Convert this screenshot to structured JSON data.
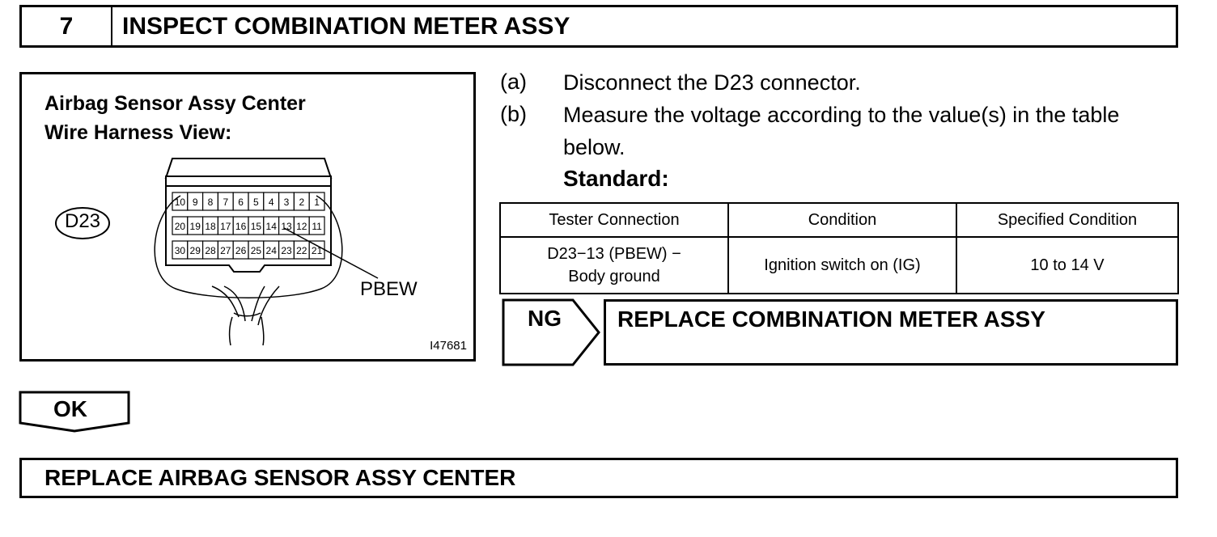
{
  "header": {
    "step_number": "7",
    "title": "INSPECT COMBINATION METER ASSY"
  },
  "figure": {
    "title_line1": "Airbag Sensor Assy Center",
    "title_line2": "Wire Harness View:",
    "connector_label": "D23",
    "pin_label": "PBEW",
    "figure_id": "I47681",
    "pins_row1": [
      "10",
      "9",
      "8",
      "7",
      "6",
      "5",
      "4",
      "3",
      "2",
      "1"
    ],
    "pins_row2": [
      "20",
      "19",
      "18",
      "17",
      "16",
      "15",
      "14",
      "13",
      "12",
      "11"
    ],
    "pins_row3": [
      "30",
      "29",
      "28",
      "27",
      "26",
      "25",
      "24",
      "23",
      "22",
      "21"
    ]
  },
  "instructions": {
    "a_letter": "(a)",
    "a_text": "Disconnect the D23 connector.",
    "b_letter": "(b)",
    "b_text_line1": "Measure the voltage according to the value(s) in the table",
    "b_text_line2": "below.",
    "standard_label": "Standard:"
  },
  "spec_table": {
    "headers": [
      "Tester Connection",
      "Condition",
      "Specified Condition"
    ],
    "row": {
      "tester_line1": "D23−13 (PBEW) −",
      "tester_line2": "Body ground",
      "condition": "Ignition switch on (IG)",
      "specified": "10 to 14 V"
    }
  },
  "ng": {
    "label": "NG",
    "action": "REPLACE COMBINATION METER ASSY"
  },
  "ok": {
    "label": "OK"
  },
  "final": {
    "action": "REPLACE AIRBAG SENSOR ASSY CENTER"
  }
}
